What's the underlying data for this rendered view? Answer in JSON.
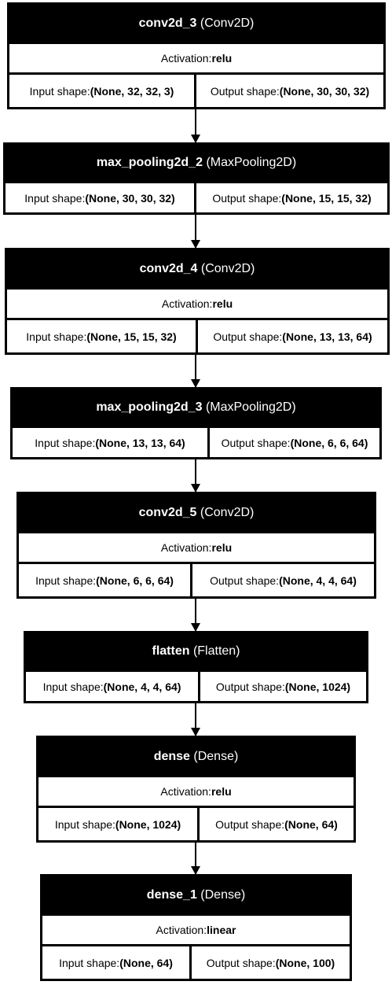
{
  "labels": {
    "activation": "Activation: ",
    "input": "Input shape: ",
    "output": "Output shape: "
  },
  "layers": [
    {
      "name": "conv2d_3",
      "type": "(Conv2D)",
      "activation": "relu",
      "input_shape": "(None, 32, 32, 3)",
      "output_shape": "(None, 30, 30, 32)"
    },
    {
      "name": "max_pooling2d_2",
      "type": "(MaxPooling2D)",
      "input_shape": "(None, 30, 30, 32)",
      "output_shape": "(None, 15, 15, 32)"
    },
    {
      "name": "conv2d_4",
      "type": "(Conv2D)",
      "activation": "relu",
      "input_shape": "(None, 15, 15, 32)",
      "output_shape": "(None, 13, 13, 64)"
    },
    {
      "name": "max_pooling2d_3",
      "type": "(MaxPooling2D)",
      "input_shape": "(None, 13, 13, 64)",
      "output_shape": "(None, 6, 6, 64)"
    },
    {
      "name": "conv2d_5",
      "type": "(Conv2D)",
      "activation": "relu",
      "input_shape": "(None, 6, 6, 64)",
      "output_shape": "(None, 4, 4, 64)"
    },
    {
      "name": "flatten",
      "type": "(Flatten)",
      "input_shape": "(None, 4, 4, 64)",
      "output_shape": "(None, 1024)"
    },
    {
      "name": "dense",
      "type": "(Dense)",
      "activation": "relu",
      "input_shape": "(None, 1024)",
      "output_shape": "(None, 64)"
    },
    {
      "name": "dense_1",
      "type": "(Dense)",
      "activation": "linear",
      "input_shape": "(None, 64)",
      "output_shape": "(None, 100)"
    }
  ]
}
